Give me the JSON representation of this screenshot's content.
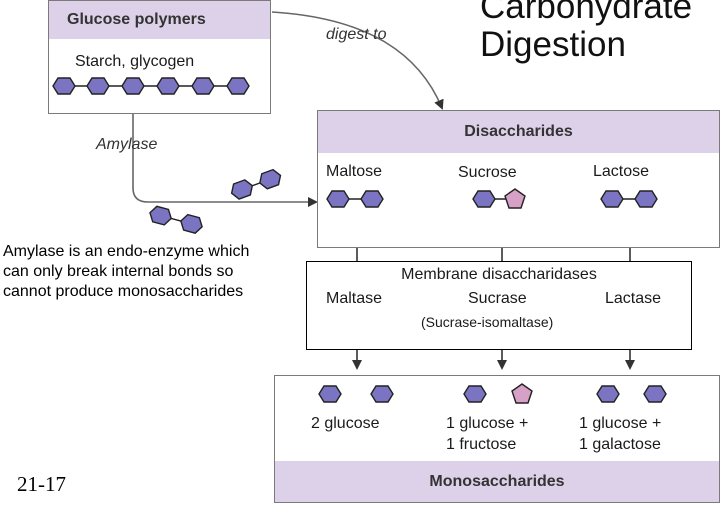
{
  "title": "Carbohydrate Digestion",
  "polymers": {
    "heading": "Glucose polymers",
    "label": "Starch, glycogen"
  },
  "arrow_digest_label": "digest to",
  "amylase_label": "Amylase",
  "disaccharides": {
    "heading": "Disaccharides",
    "items": [
      "Maltose",
      "Sucrose",
      "Lactose"
    ]
  },
  "membrane": {
    "title": "Membrane disaccharidases",
    "enzymes": [
      "Maltase",
      "Sucrase",
      "Lactase"
    ],
    "note": "(Sucrase-isomaltase)"
  },
  "amylase_note": [
    "Amylase is an endo-enzyme which",
    "can only break internal bonds so",
    "cannot produce monosaccharides"
  ],
  "monosaccharides": {
    "heading": "Monosaccharides",
    "products": [
      [
        "2 glucose"
      ],
      [
        "1 glucose +",
        "1 fructose"
      ],
      [
        "1 glucose +",
        "1 galactose"
      ]
    ]
  },
  "figure_number": "21-17",
  "colors": {
    "band": "#ddd1ea",
    "glucose": "#7b74c2",
    "fructose": "#d7a0c6"
  }
}
